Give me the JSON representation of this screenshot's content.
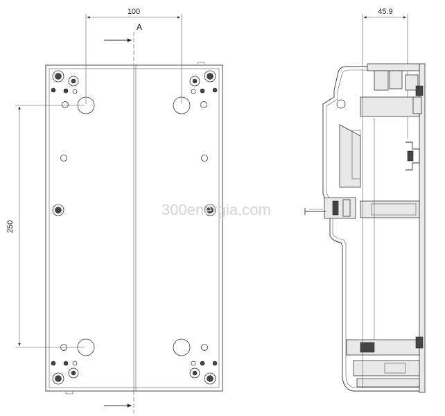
{
  "dimensions": {
    "top_width": "100",
    "right_depth": "45.9",
    "left_height": "250"
  },
  "section_label": "A",
  "watermark": "300energia.com"
}
